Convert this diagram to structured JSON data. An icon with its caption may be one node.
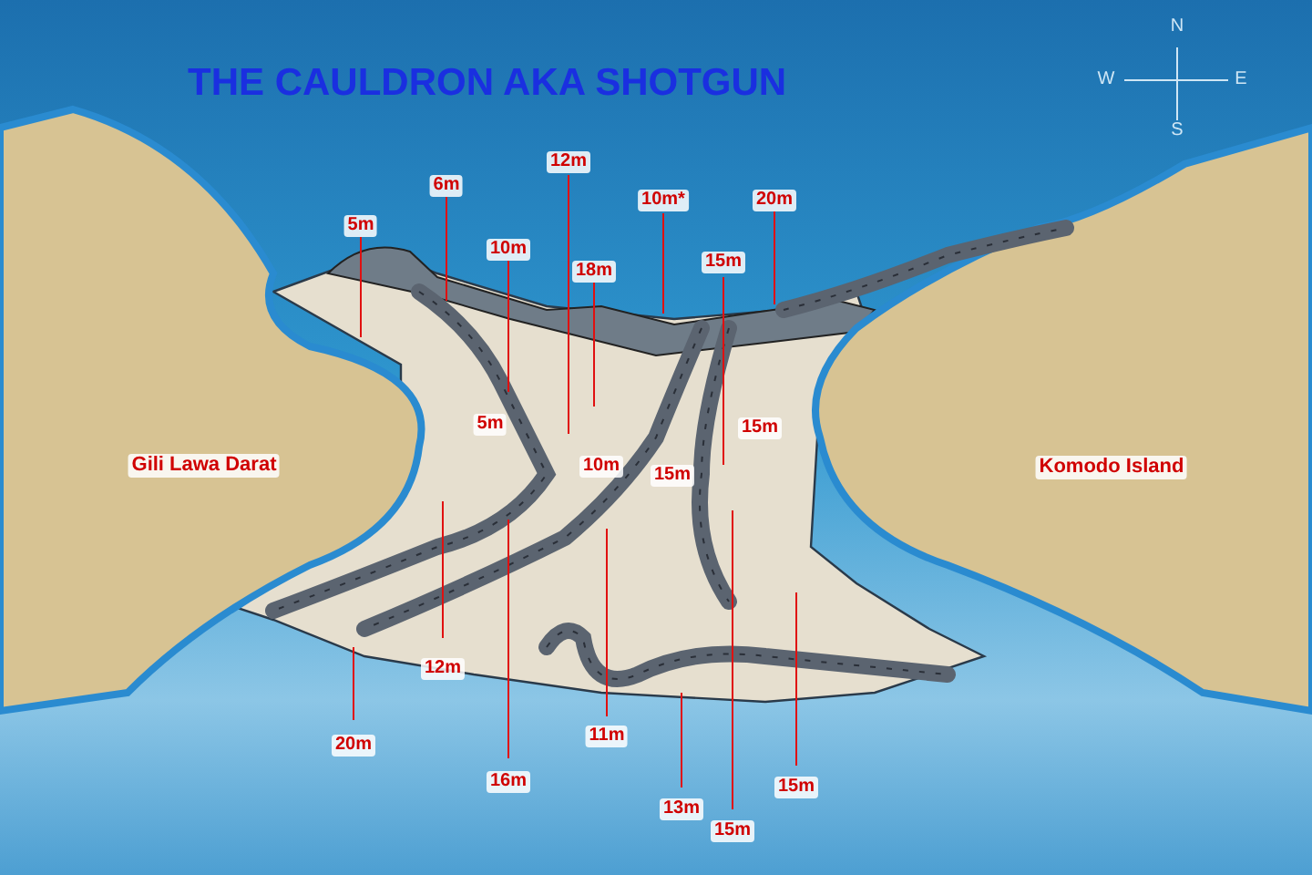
{
  "diagram": {
    "title": "THE CAULDRON AKA SHOTGUN",
    "labels": [
      "N",
      "W",
      "E",
      "S",
      "12m",
      "6m",
      "10m*",
      "20m",
      "5m",
      "10m",
      "18m",
      "15m",
      "5m",
      "15m",
      "10m",
      "15m",
      "Gili Lawa Darat",
      "Komodo Island",
      "12m",
      "20m",
      "11m",
      "16m",
      "15m",
      "13m",
      "15m"
    ]
  }
}
